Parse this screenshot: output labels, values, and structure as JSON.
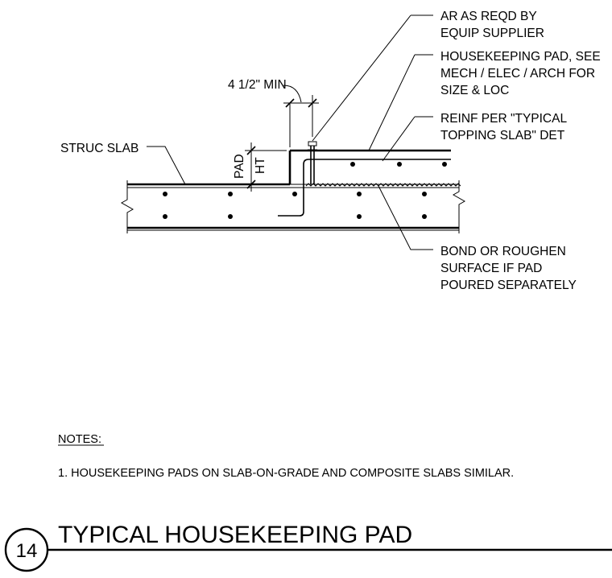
{
  "labels": {
    "ar_line1": "AR AS REQD BY",
    "ar_line2": "EQUIP SUPPLIER",
    "pad_line1": "HOUSEKEEPING PAD, SEE",
    "pad_line2": "MECH / ELEC / ARCH FOR",
    "pad_line3": "SIZE & LOC",
    "reinf_line1": "REINF PER \"TYPICAL",
    "reinf_line2": "TOPPING SLAB\" DET",
    "bond_line1": "BOND OR ROUGHEN",
    "bond_line2": "SURFACE IF PAD",
    "bond_line3": "POURED SEPARATELY",
    "struc_slab": "STRUC SLAB",
    "min_dim": "4 1/2\" MIN",
    "pad_ht_1": "PAD",
    "pad_ht_2": "HT"
  },
  "notes": {
    "heading": "NOTES:",
    "item1": "1.  HOUSEKEEPING PADS ON SLAB-ON-GRADE AND COMPOSITE SLABS SIMILAR."
  },
  "title_block": {
    "detail_number": "14",
    "title": "TYPICAL HOUSEKEEPING PAD"
  }
}
